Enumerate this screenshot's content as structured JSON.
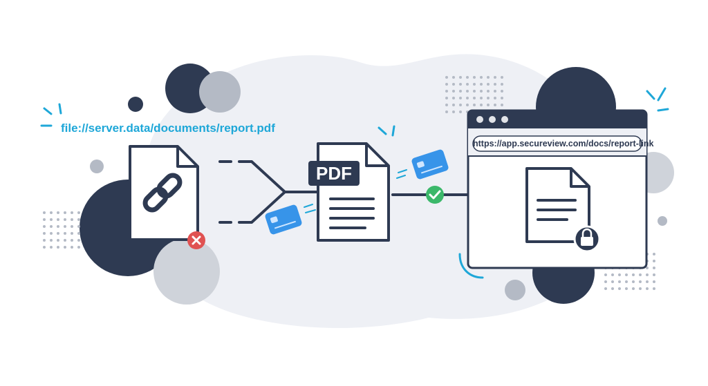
{
  "colors": {
    "dark": "#2e3a52",
    "grey": "#b4bac5",
    "light_grey": "#cfd3da",
    "blob": "#eef0f5",
    "accent": "#1ea7d8",
    "card_blue": "#2c8ee8",
    "success": "#3bb86a",
    "error": "#e05252",
    "white": "#ffffff"
  },
  "source": {
    "path_text": "file://server.data/documents/report.pdf",
    "icon": "link-icon",
    "status_icon": "error-x-icon"
  },
  "converter": {
    "badge_label": "PDF",
    "icon": "pdf-document-icon"
  },
  "connection": {
    "status_icon": "check-icon",
    "card_icon": "credit-card-icon"
  },
  "browser": {
    "url": "https://app.secureview.com/docs/report-link",
    "window_controls": [
      "close-dot",
      "minimize-dot",
      "maximize-dot"
    ],
    "content_icon": "locked-document-icon",
    "lock_icon": "lock-icon"
  }
}
